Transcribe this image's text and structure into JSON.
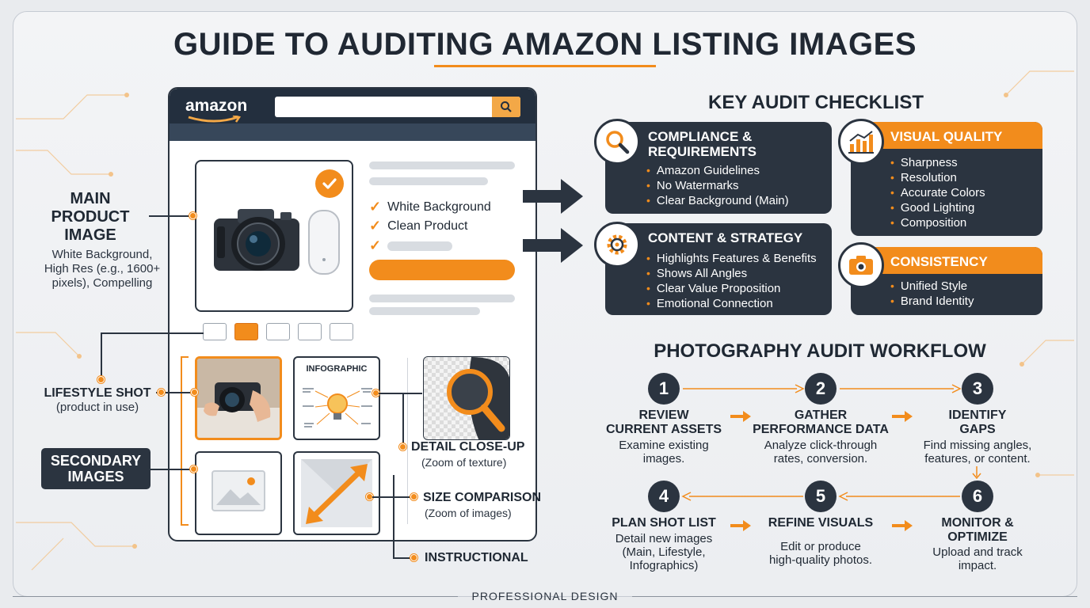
{
  "title": "GUIDE TO AUDITING AMAZON LISTING IMAGES",
  "footer": "PROFESSIONAL DESIGN",
  "colors": {
    "accent": "#f28c1c",
    "dark": "#2b3440",
    "background": "#e9ebee"
  },
  "mockup": {
    "logo": "amazon",
    "checks": [
      "White Background",
      "Clean Product"
    ],
    "infographic_title": "INFOGRAPHIC"
  },
  "callouts": {
    "main": {
      "title_lines": [
        "MAIN",
        "PRODUCT",
        "IMAGE"
      ],
      "desc_lines": [
        "White Background,",
        "High Res (e.g., 1600+",
        "pixels), Compelling"
      ]
    },
    "lifestyle": {
      "title": "LIFESTYLE SHOT",
      "desc": "(product in use)"
    },
    "secondary": {
      "title_lines": [
        "SECONDARY",
        "IMAGES"
      ]
    },
    "detail": {
      "title": "DETAIL CLOSE-UP",
      "desc": "(Zoom of texture)"
    },
    "size": {
      "title": "SIZE COMPARISON",
      "desc": "(Zoom of images)"
    },
    "instructional": {
      "title": "INSTRUCTIONAL"
    }
  },
  "checklist": {
    "title": "KEY AUDIT CHECKLIST",
    "compliance": {
      "title_lines": [
        "COMPLIANCE &",
        "REQUIREMENTS"
      ],
      "items": [
        "Amazon Guidelines",
        "No Watermarks",
        "Clear Background (Main)"
      ],
      "icon": "magnifier-icon"
    },
    "visual": {
      "title": "VISUAL QUALITY",
      "items": [
        "Sharpness",
        "Resolution",
        "Accurate Colors",
        "Good Lighting",
        "Composition"
      ],
      "icon": "bar-chart-icon"
    },
    "content": {
      "title": "CONTENT & STRATEGY",
      "items": [
        "Highlights Features & Benefits",
        "Shows All Angles",
        "Clear Value Proposition",
        "Emotional Connection"
      ],
      "icon": "gear-icon"
    },
    "consistency": {
      "title": "CONSISTENCY",
      "items": [
        "Unified Style",
        "Brand Identity"
      ],
      "icon": "camera-icon"
    }
  },
  "workflow": {
    "title": "PHOTOGRAPHY AUDIT WORKFLOW",
    "steps": [
      {
        "num": "1",
        "title_lines": [
          "REVIEW",
          "CURRENT ASSETS"
        ],
        "desc_lines": [
          "Examine existing",
          "images."
        ]
      },
      {
        "num": "2",
        "title_lines": [
          "GATHER",
          "PERFORMANCE DATA"
        ],
        "desc_lines": [
          "Analyze click-through",
          "rates, conversion."
        ]
      },
      {
        "num": "3",
        "title_lines": [
          "IDENTIFY",
          "GAPS"
        ],
        "desc_lines": [
          "Find missing angles,",
          "features, or content."
        ]
      },
      {
        "num": "4",
        "title_lines": [
          "PLAN SHOT LIST"
        ],
        "desc_lines": [
          "Detail new images",
          "(Main, Lifestyle,",
          "Infographics)"
        ]
      },
      {
        "num": "5",
        "title_lines": [
          "REFINE VISUALS"
        ],
        "desc_lines": [
          "Edit or produce",
          "high-quality photos."
        ]
      },
      {
        "num": "6",
        "title_lines": [
          "MONITOR &",
          "OPTIMIZE"
        ],
        "desc_lines": [
          "Upload and track",
          "impact."
        ]
      }
    ]
  }
}
